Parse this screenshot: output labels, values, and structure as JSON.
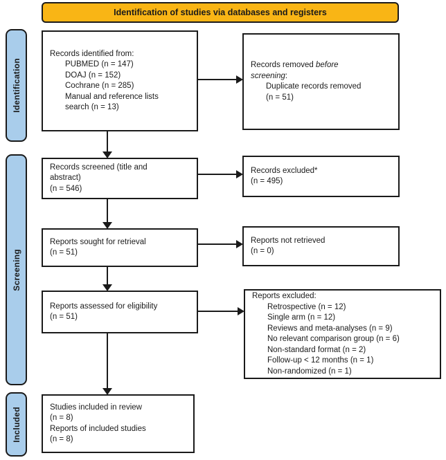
{
  "banner": {
    "label": "Identification of studies via databases and registers"
  },
  "colors": {
    "banner_bg": "#F9B515",
    "stage_bg": "#A9CDEB",
    "line_color": "#1A1A1A"
  },
  "stages": {
    "identification": "Identification",
    "screening": "Screening",
    "included": "Included"
  },
  "boxes": {
    "identified": {
      "lines": [
        {
          "text": "Records identified from:",
          "indent": false
        },
        {
          "text": "PUBMED (n = 147)",
          "indent": true
        },
        {
          "text": "DOAJ (n = 152)",
          "indent": true
        },
        {
          "text": "Cochrane (n = 285)",
          "indent": true
        },
        {
          "text": "Manual and reference lists",
          "indent": true
        },
        {
          "text": "search (n = 13)",
          "indent": true
        }
      ]
    },
    "removed": {
      "lines": [
        {
          "indent": false,
          "segments": [
            {
              "text": "Records removed ",
              "italic": false
            },
            {
              "text": "before",
              "italic": true
            }
          ]
        },
        {
          "indent": false,
          "segments": [
            {
              "text": "screening",
              "italic": true
            },
            {
              "text": ":",
              "italic": false
            }
          ]
        },
        {
          "text": "Duplicate records removed",
          "indent": true
        },
        {
          "text": "(n = 51)",
          "indent": true
        }
      ]
    },
    "screened": {
      "lines": [
        {
          "text": "Records screened (title and",
          "indent": false
        },
        {
          "text": "abstract)",
          "indent": false
        },
        {
          "text": "(n = 546)",
          "indent": false
        }
      ]
    },
    "excluded": {
      "lines": [
        {
          "text": "Records excluded*",
          "indent": false
        },
        {
          "text": "(n = 495)",
          "indent": false
        }
      ]
    },
    "sought": {
      "lines": [
        {
          "text": "Reports sought for retrieval",
          "indent": false
        },
        {
          "text": "(n = 51)",
          "indent": false
        }
      ]
    },
    "not_retrieved": {
      "lines": [
        {
          "text": "Reports not retrieved",
          "indent": false
        },
        {
          "text": "(n = 0)",
          "indent": false
        }
      ]
    },
    "assessed": {
      "lines": [
        {
          "text": "Reports assessed for eligibility",
          "indent": false
        },
        {
          "text": "(n = 51)",
          "indent": false
        }
      ]
    },
    "reports_excluded": {
      "lines": [
        {
          "text": "Reports excluded:",
          "indent": false
        },
        {
          "text": "Retrospective (n = 12)",
          "indent": true
        },
        {
          "text": "Single arm (n = 12)",
          "indent": true
        },
        {
          "text": "Reviews and meta-analyses (n = 9)",
          "indent": true
        },
        {
          "text": "No relevant comparison group (n = 6)",
          "indent": true
        },
        {
          "text": "Non-standard format (n = 2)",
          "indent": true
        },
        {
          "text": "Follow-up < 12 months (n = 1)",
          "indent": true
        },
        {
          "text": "Non-randomized (n = 1)",
          "indent": true
        }
      ]
    },
    "included_studies": {
      "lines": [
        {
          "text": "Studies included in review",
          "indent": false
        },
        {
          "text": "(n = 8)",
          "indent": false
        },
        {
          "text": "Reports of included studies",
          "indent": false
        },
        {
          "text": "(n = 8)",
          "indent": false
        }
      ]
    }
  }
}
